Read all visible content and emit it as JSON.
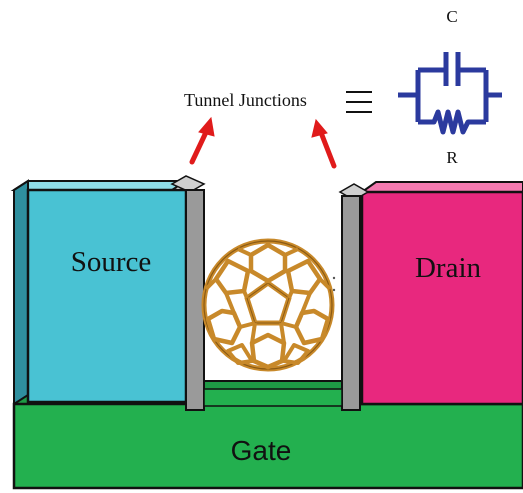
{
  "labels": {
    "source": "Source",
    "drain": "Drain",
    "gate": "Gate",
    "tunnel_junctions": "Tunnel Junctions",
    "capacitor": "C",
    "resistor": "R"
  },
  "colors": {
    "source_face": "#49c2d3",
    "source_side": "#2f8f9e",
    "drain_face": "#e8287e",
    "drain_side": "#b8195f",
    "gate_face": "#23b04f",
    "gate_top": "#1e9a45",
    "barrier": "#9a9a9a",
    "arrow": "#e01b1b",
    "circuit": "#2b3a9e",
    "molecule": "#c8892a"
  },
  "icons": {
    "molecule": "fullerene-c60-icon",
    "circuit": "rc-circuit-icon",
    "equivalence": "triple-bar-icon"
  }
}
